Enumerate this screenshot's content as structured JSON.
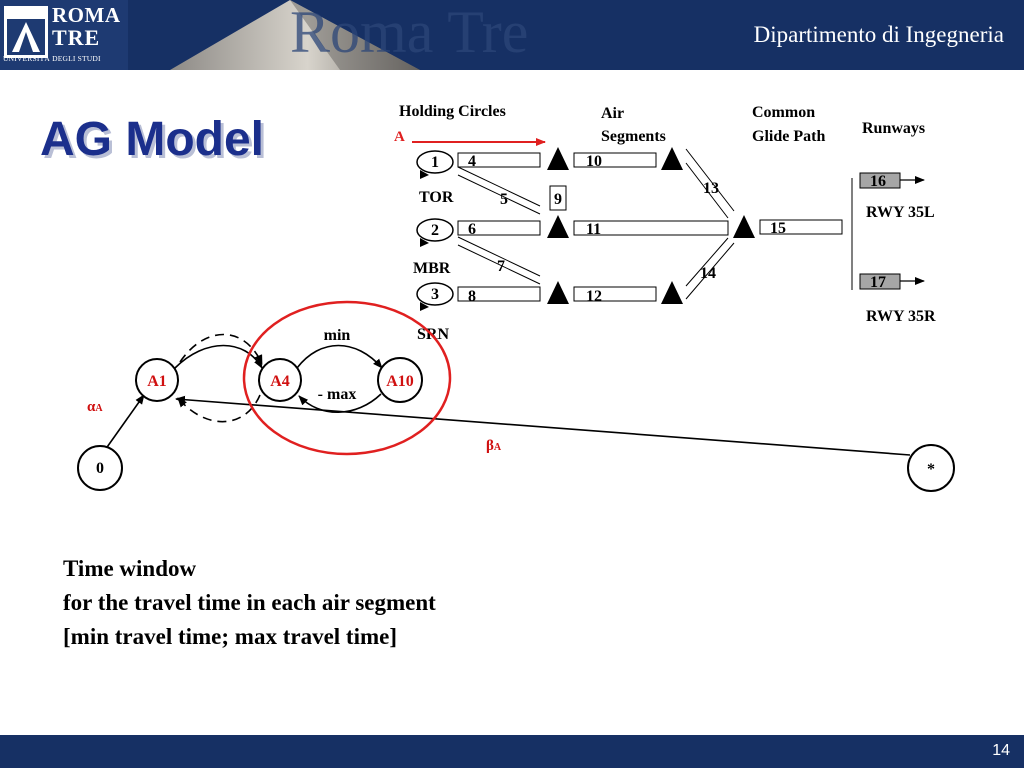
{
  "header": {
    "logo_line1": "ROMA",
    "logo_line2": "TRE",
    "logo_line3": "UNIVERSITÀ DEGLI STUDI",
    "watermark": "Roma Tre",
    "department": "Dipartimento di Ingegneria"
  },
  "slide": {
    "title": "AG Model",
    "page_number": "14",
    "body_lines": [
      "Time window",
      "for the travel time in each air segment",
      "[min travel time; max travel time]"
    ]
  },
  "airspace": {
    "col_holding": "Holding Circles",
    "col_air_1": "Air",
    "col_air_2": "Segments",
    "col_glide_1": "Common",
    "col_glide_2": "Glide Path",
    "col_runways": "Runways",
    "arrival_label": "A",
    "circles": [
      "1",
      "2",
      "3"
    ],
    "circle_names": [
      "TOR",
      "MBR",
      "SRN"
    ],
    "segment_numbers": [
      "4",
      "5",
      "6",
      "7",
      "8",
      "9",
      "10",
      "11",
      "12",
      "13",
      "14",
      "15",
      "16",
      "17"
    ],
    "runway_names": [
      "RWY 35L",
      "RWY 35R"
    ]
  },
  "graph": {
    "nodes": [
      "A1",
      "A4",
      "A10",
      "0",
      "*"
    ],
    "min_label": "min",
    "max_label": "- max",
    "alpha_symbol": "α",
    "alpha_sub": "A",
    "beta_symbol": "β",
    "beta_sub": "A"
  },
  "colors": {
    "header_bg": "#163064",
    "title": "#1b2f8c",
    "highlight": "#e02020",
    "node_label": "#d01010",
    "runway_fill": "#a6a6a6"
  }
}
